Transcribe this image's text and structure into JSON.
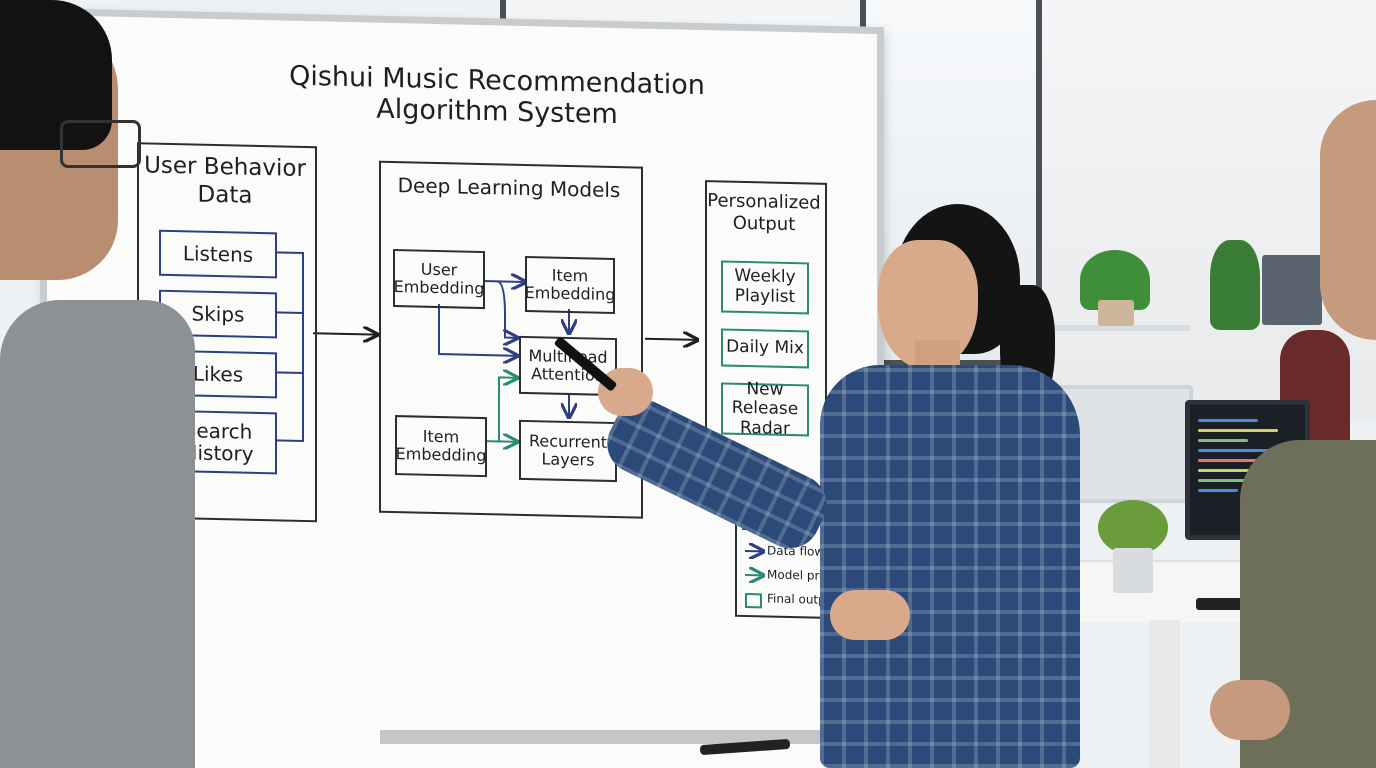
{
  "board": {
    "title": "Qishui Music Recommendation Algorithm System",
    "input": {
      "heading_line1": "User Behavior",
      "heading_line2": "Data",
      "items": [
        "Listens",
        "Skips",
        "Likes"
      ],
      "search_line1": "Search",
      "search_line2": "History"
    },
    "models": {
      "heading": "Deep Learning Models",
      "user_embedding_line1": "User",
      "user_embedding_line2": "Embedding",
      "item_embedding_top_line1": "Item",
      "item_embedding_top_line2": "Embedding",
      "attention_line1": "Multihead",
      "attention_line2": "Attention",
      "item_embedding_bottom_line1": "Item",
      "item_embedding_bottom_line2": "Embedding",
      "recurrent_line1": "Recurrent",
      "recurrent_line2": "Layers"
    },
    "output": {
      "heading_line1": "Personalized",
      "heading_line2": "Output",
      "weekly_line1": "Weekly",
      "weekly_line2": "Playlist",
      "daily": "Daily Mix",
      "release_line1": "New Release",
      "release_line2": "Radar"
    },
    "legend": {
      "title": "Legend:",
      "data_flow": "Data flow",
      "model_processing": "Model processing",
      "final_output": "Final output"
    }
  },
  "colors": {
    "ink_dark": "#1d1f24",
    "ink_blue": "#2e3f84",
    "ink_green": "#2a8a75",
    "shirt_plaid": "#2b4a7a"
  }
}
